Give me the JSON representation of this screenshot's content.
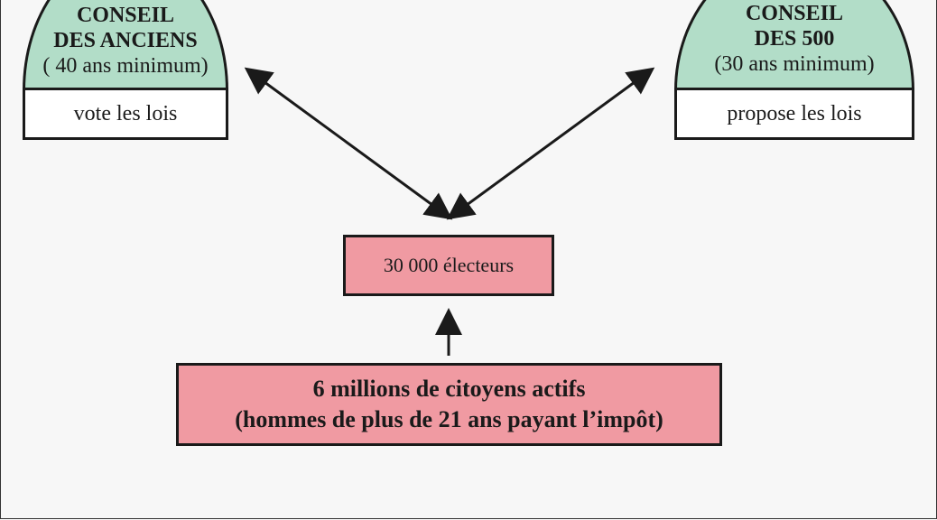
{
  "left_council": {
    "title_line1": "CONSEIL",
    "title_line2": "DES ANCIENS",
    "age": "( 40 ans minimum)",
    "role": "vote les lois"
  },
  "right_council": {
    "title_line1": "CONSEIL",
    "title_line2": "DES 500",
    "age": "(30 ans minimum)",
    "role": "propose les lois"
  },
  "electors": {
    "label": "30 000 électeurs"
  },
  "citizens": {
    "line1": "6 millions de citoyens actifs",
    "line2": "(hommes de plus de 21 ans payant l’impôt)"
  },
  "colors": {
    "council_fill": "#b2ddc8",
    "electors_fill": "#f09aa2",
    "border": "#1a1a1a"
  }
}
